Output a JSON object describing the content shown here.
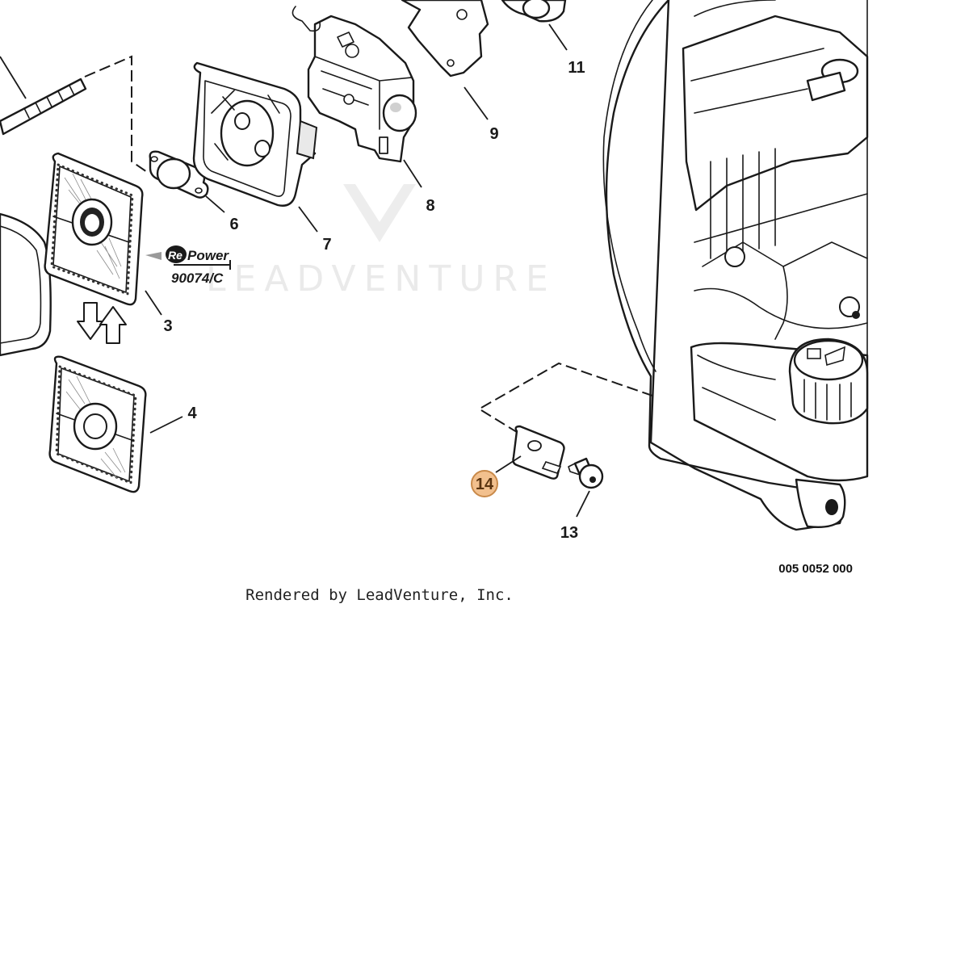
{
  "diagram": {
    "callouts": [
      {
        "id": "3",
        "label": "3"
      },
      {
        "id": "4",
        "label": "4"
      },
      {
        "id": "6",
        "label": "6"
      },
      {
        "id": "7",
        "label": "7"
      },
      {
        "id": "8",
        "label": "8"
      },
      {
        "id": "9",
        "label": "9"
      },
      {
        "id": "11",
        "label": "11"
      },
      {
        "id": "13",
        "label": "13"
      },
      {
        "id": "14",
        "label": "14",
        "highlighted": true
      }
    ],
    "highlight_color": "#f2c08e",
    "highlight_stroke": "#c98a4a",
    "repower": {
      "logo_text_re": "Re",
      "logo_text_power": "Power",
      "part_code": "90074/C"
    },
    "drawing_number": "005 0052 000",
    "footer": "Rendered by LeadVenture, Inc.",
    "watermark": "LEADVENTURE"
  }
}
